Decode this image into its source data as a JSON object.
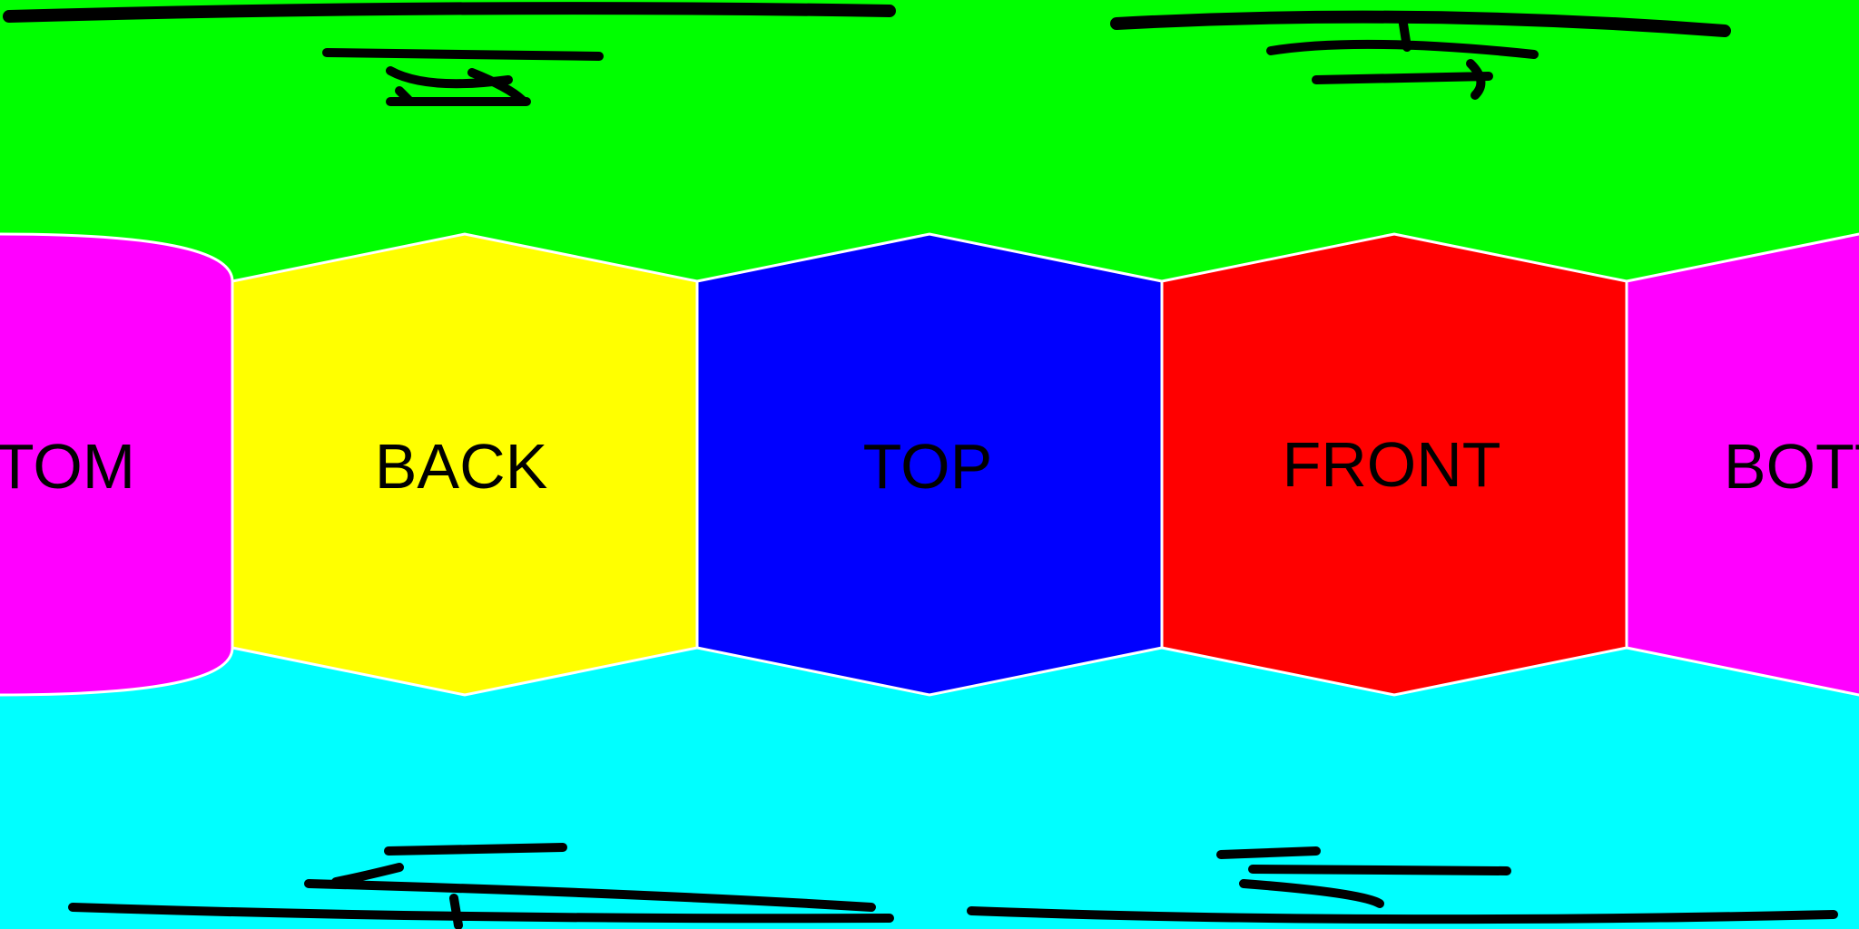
{
  "panorama": {
    "projection": "equirectangular cubemap",
    "faces": [
      {
        "id": "bottom",
        "label": "BOTTOM",
        "color": "#ff00ff"
      },
      {
        "id": "back",
        "label": "BACK",
        "color": "#ffff00"
      },
      {
        "id": "top",
        "label": "TOP",
        "color": "#0000ff"
      },
      {
        "id": "front",
        "label": "FRONT",
        "color": "#ff0000"
      }
    ],
    "pole_colors": {
      "upper": "#00ff00",
      "lower": "#00ffff"
    },
    "seam_color": "#ffffff"
  }
}
